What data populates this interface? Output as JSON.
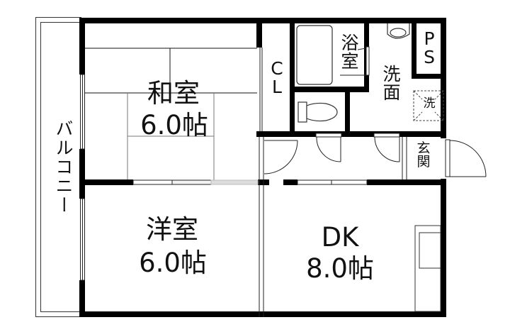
{
  "floor_plan": {
    "type": "apartment-floor-plan",
    "layout": "2DK",
    "rooms": [
      {
        "id": "washitsu",
        "name": "和室",
        "size": "6.0帖",
        "kind": "japanese-tatami-room"
      },
      {
        "id": "youshitsu",
        "name": "洋室",
        "size": "6.0帖",
        "kind": "western-room"
      },
      {
        "id": "dk",
        "name": "DK",
        "size": "8.0帖",
        "kind": "dining-kitchen"
      },
      {
        "id": "bath",
        "name": "浴室",
        "kind": "bathroom"
      },
      {
        "id": "senmen",
        "name": "洗面",
        "kind": "washroom"
      },
      {
        "id": "closet",
        "name": "CL",
        "kind": "closet"
      },
      {
        "id": "ps",
        "name": "PS",
        "kind": "pipe-space"
      },
      {
        "id": "washer",
        "name": "洗",
        "kind": "washing-machine-space"
      },
      {
        "id": "genkan",
        "name": "玄関",
        "kind": "entrance"
      },
      {
        "id": "balcony",
        "name": "バルコニー",
        "kind": "balcony"
      },
      {
        "id": "toilet",
        "name": "",
        "kind": "toilet"
      }
    ]
  },
  "labels": {
    "washitsu_name": "和室",
    "washitsu_size": "6.0帖",
    "youshitsu_name": "洋室",
    "youshitsu_size": "6.0帖",
    "dk_name": "DK",
    "dk_size": "8.0帖",
    "bath": "浴\n室",
    "senmen": "洗\n面",
    "closet": "C\nL",
    "ps": "P\nS",
    "washer": "洗",
    "genkan": "玄\n関",
    "balcony": "バルコニー"
  },
  "colors": {
    "wall": "#000000",
    "line": "#222222",
    "background": "#ffffff"
  }
}
